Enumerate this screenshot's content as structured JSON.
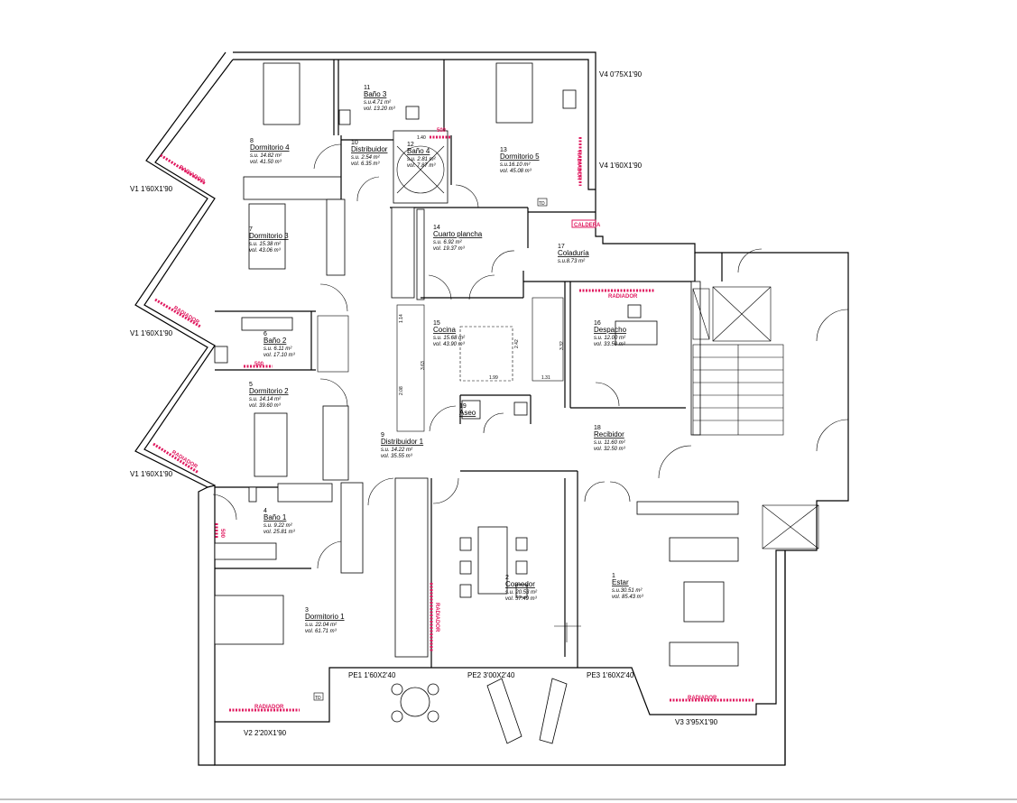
{
  "rooms": [
    {
      "id": "r8",
      "num": "8",
      "name": "Dormitorio 4",
      "su": "s.u. 14.82 m²",
      "vol": "vol. 41.50 m³"
    },
    {
      "id": "r11",
      "num": "11",
      "name": "Baño 3",
      "su": "s.u.4.71 m²",
      "vol": "vol. 13.20 m³"
    },
    {
      "id": "r10",
      "num": "10",
      "name": "Distribuidor",
      "su": "s.u. 2.54 m²",
      "vol": "vol. 6.35 m³"
    },
    {
      "id": "r12",
      "num": "12",
      "name": "Baño 4",
      "su": "s.u. 2.81 m²",
      "vol": "vol. 7.87 m³"
    },
    {
      "id": "r13",
      "num": "13",
      "name": "Dormitorio 5",
      "su": "s.u.16.10 m²",
      "vol": "vol. 45.08 m³"
    },
    {
      "id": "r7",
      "num": "7",
      "name": "Dormitorio 3",
      "su": "s.u. 15.38 m²",
      "vol": "vol. 43.06 m³"
    },
    {
      "id": "r14",
      "num": "14",
      "name": "Cuarto plancha",
      "su": "s.u. 6.92 m²",
      "vol": "vol. 19.37 m³"
    },
    {
      "id": "r17",
      "num": "17",
      "name": "Coladuría",
      "su": "s.u.8.73 m²",
      "vol": ""
    },
    {
      "id": "r6",
      "num": "6",
      "name": "Baño 2",
      "su": "s.u. 6.11 m²",
      "vol": "vol. 17.10 m³"
    },
    {
      "id": "r15",
      "num": "15",
      "name": "Cocina",
      "su": "s.u. 15.68 m²",
      "vol": "vol. 43.90 m³"
    },
    {
      "id": "r16",
      "num": "16",
      "name": "Despacho",
      "su": "s.u. 12.00 m²",
      "vol": "vol. 33.50 m³"
    },
    {
      "id": "r5",
      "num": "5",
      "name": "Dormitorio 2",
      "su": "s.u. 14.14 m²",
      "vol": "vol. 39.60 m³"
    },
    {
      "id": "r19",
      "num": "19",
      "name": "Aseo",
      "su": "",
      "vol": ""
    },
    {
      "id": "r9",
      "num": "9",
      "name": "Distribuidor 1",
      "su": "s.u. 14.22 m²",
      "vol": "vol. 35.55 m³"
    },
    {
      "id": "r18",
      "num": "18",
      "name": "Recibidor",
      "su": "s.u. 11.60 m²",
      "vol": "vol. 32.50 m³"
    },
    {
      "id": "r4",
      "num": "4",
      "name": "Baño 1",
      "su": "s.u. 9.22 m²",
      "vol": "vol. 25.81 m³"
    },
    {
      "id": "r2",
      "num": "2",
      "name": "Comedor",
      "su": "s.u. 20.53 m²",
      "vol": "vol. 57.49 m³"
    },
    {
      "id": "r1",
      "num": "1",
      "name": "Estar",
      "su": "s.u.30.51 m²",
      "vol": "vol. 85.43 m³"
    },
    {
      "id": "r3",
      "num": "3",
      "name": "Dormitorio 1",
      "su": "s.u. 22.04 m²",
      "vol": "vol. 61.71 m³"
    }
  ],
  "windows": {
    "v4_top": "V4 0'75X1'90",
    "v4_mid": "V4 1'60X1'90",
    "v1_a": "V1 1'60X1'90",
    "v1_b": "V1 1'60X1'90",
    "v1_c": "V1 1'60X1'90",
    "pe1": "PE1 1'60X2'40",
    "pe2": "PE2 3'00X2'40",
    "pe3": "PE3 1'60X2'40",
    "v2": "V2 2'20X1'90",
    "v3": "V3 3'95X1'90"
  },
  "labels": {
    "radiador": "RADIADOR",
    "caldera": "CALDERA",
    "p500": "500",
    "tag_td": "TD"
  },
  "dims": {
    "d140": "1.40",
    "d114": "1.14",
    "d363": "3.63",
    "d208": "2.08",
    "d242": "2.42",
    "d332": "3.32",
    "d199": "1.99",
    "d131": "1.31"
  },
  "colors": {
    "radiator": "#e0195f",
    "wall": "#000000"
  }
}
